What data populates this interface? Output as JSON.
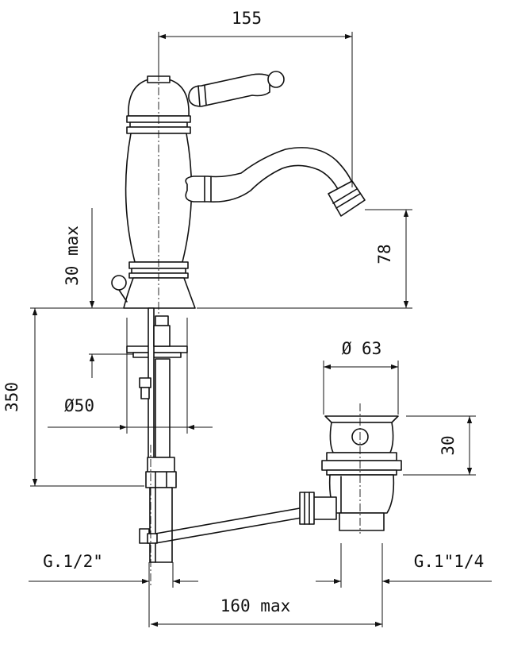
{
  "dimensions": {
    "total_width": "155",
    "spout_height": "78",
    "deck_thickness": "30 max",
    "hose_length": "350",
    "base_diameter": "Ø50",
    "waste_diameter": "Ø 63",
    "waste_height": "30",
    "inlet_thread": "G.1/2\"",
    "waste_thread": "G.1\"1/4",
    "rod_length": "160 max"
  },
  "colors": {
    "line": "#111111",
    "background": "#ffffff"
  }
}
